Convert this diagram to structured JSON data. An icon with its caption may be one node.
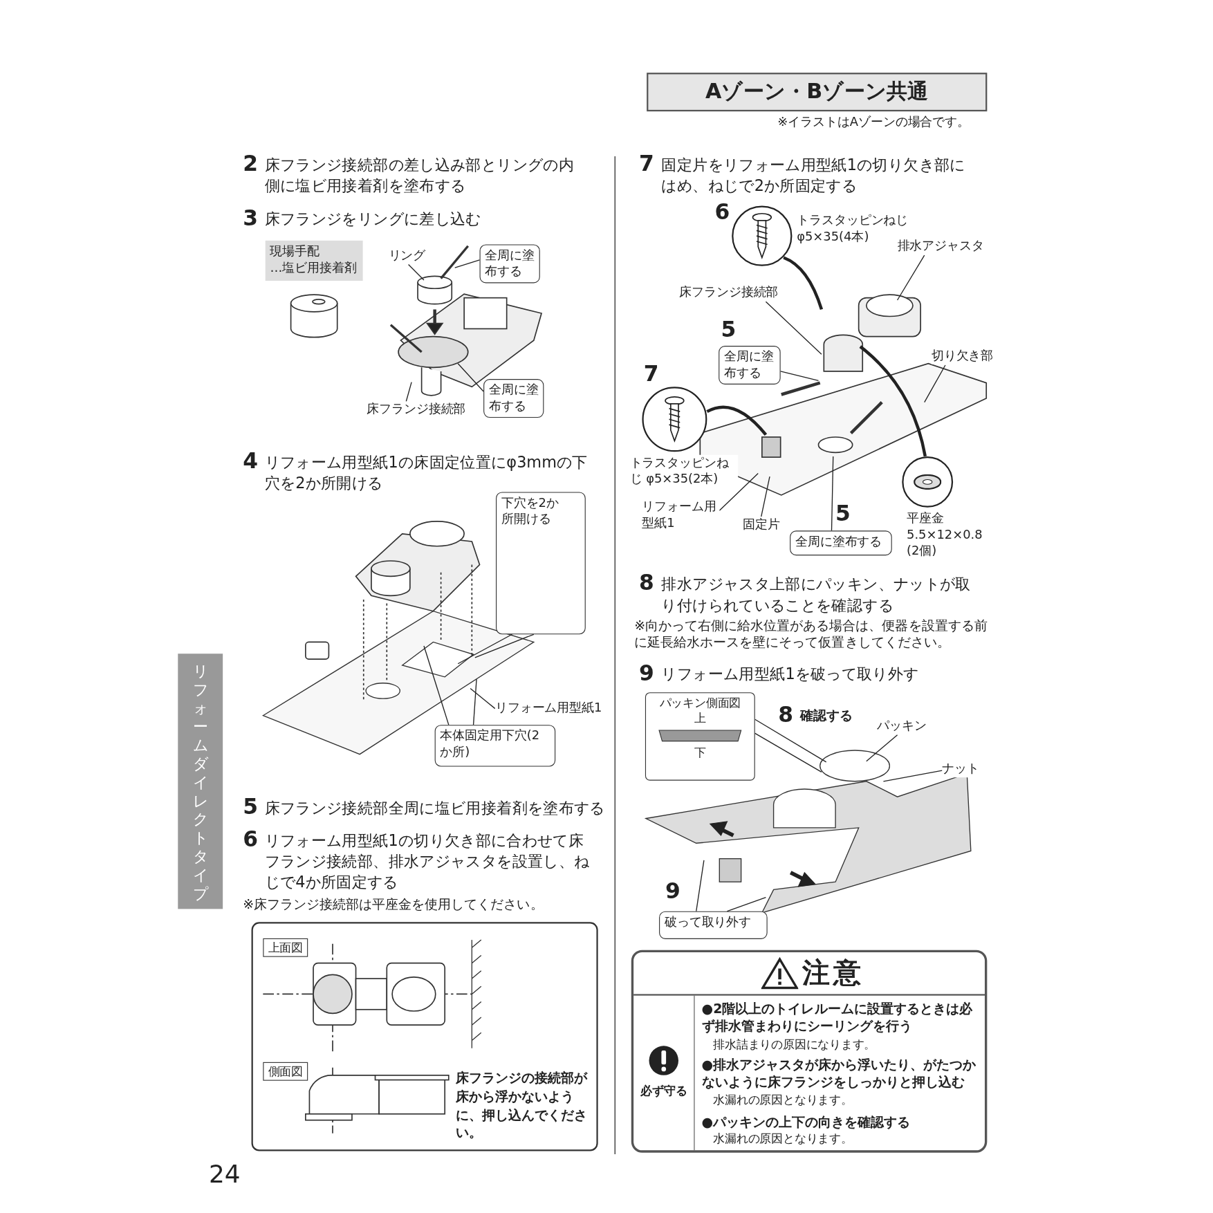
{
  "diagram": {
    "nodes": [
      {
        "text": [
          "現場手配",
          "…塩ビ用接着剤"
        ]
      },
      {
        "text": [
          "全周に塗布する"
        ]
      },
      {
        "text": [
          "全周に塗布する"
        ]
      },
      {
        "text": [
          "下穴を2か所開ける"
        ]
      },
      {
        "text": [
          "本体固定用下穴(2か所)"
        ]
      },
      {
        "text": [
          "床フランジの接続部が床から浮かないように、押し込んでください。"
        ]
      },
      {
        "text": [
          "上面図"
        ],
        "in": 5
      },
      {
        "text": [
          "側面図"
        ],
        "in": 5
      },
      {
        "text": [
          "全周に塗布する"
        ],
        "beside": [
          "5"
        ]
      },
      {
        "text": [
          "全周に塗布する"
        ],
        "beside": [
          "5"
        ]
      },
      {
        "text": [
          "パッキン側面図",
          "上",
          "下"
        ]
      },
      {
        "text": [
          "破って取り外す"
        ],
        "beside": [
          "9"
        ]
      },
      {
        "text": [
          "注意",
          "必ず守る",
          "●2階以上のトイレルームに設置するときは必ず排水管まわりにシーリングを行う",
          "排水詰まりの原因になります。",
          "●排水アジャスタが床から浮いたり、がたつかないように床フランジをしっかりと押し込む",
          "水漏れの原因となります。",
          "●パッキンの上下の向きを確認する",
          "水漏れの原因となります。"
        ]
      },
      {
        "text": [
          "Aゾーン・Bゾーン共通"
        ],
        "beside": [
          "※イラストはAゾーンの場合です。"
        ]
      },
      {
        "text": [
          "リング"
        ]
      },
      {
        "text": [
          "床フランジ接続部"
        ]
      },
      {
        "text": [
          "リフォーム用型紙1"
        ]
      },
      {
        "text": [],
        "shape": "circle",
        "beside": [
          "6",
          "トラスタッピンねじ φ5×35(4本)"
        ]
      },
      {
        "text": [
          "排水アジャスタ"
        ]
      },
      {
        "text": [
          "床フランジ接続部"
        ]
      },
      {
        "text": [
          "切り欠き部"
        ]
      },
      {
        "text": [],
        "shape": "circle",
        "beside": [
          "7",
          "トラスタッピンねじ φ5×35(2本)"
        ]
      },
      {
        "text": [
          "リフォーム用型紙1"
        ]
      },
      {
        "text": [
          "固定片"
        ]
      },
      {
        "text": [],
        "shape": "circle",
        "beside": [
          "平座金 5.5×12×0.8 (2個)"
        ]
      },
      {
        "text": [
          "パッキン"
        ]
      },
      {
        "text": [
          "ナット"
        ]
      }
    ],
    "edges": [
      {
        "from": 1,
        "to": null,
        "arrow": "none"
      },
      {
        "from": 2,
        "to": null,
        "arrow": "none"
      },
      {
        "from": 14,
        "to": null,
        "arrow": "none"
      },
      {
        "from": 15,
        "to": null,
        "arrow": "none"
      },
      {
        "from": 3,
        "to": null,
        "arrow": "none"
      },
      {
        "from": 3,
        "to": null,
        "arrow": "none"
      },
      {
        "from": 4,
        "to": null,
        "arrow": "none"
      },
      {
        "from": 4,
        "to": null,
        "arrow": "none"
      },
      {
        "from": 16,
        "to": null,
        "arrow": "none"
      },
      {
        "from": 17,
        "to": null,
        "arrow": "none",
        "style": "thick"
      },
      {
        "from": 18,
        "to": null,
        "arrow": "none"
      },
      {
        "from": 19,
        "to": null,
        "arrow": "none"
      },
      {
        "from": 8,
        "to": null,
        "arrow": "none"
      },
      {
        "from": 20,
        "to": null,
        "arrow": "none"
      },
      {
        "from": 21,
        "to": null,
        "arrow": "none",
        "style": "thick"
      },
      {
        "from": 22,
        "to": null,
        "arrow": "none"
      },
      {
        "from": 23,
        "to": null,
        "arrow": "none"
      },
      {
        "from": 9,
        "to": null,
        "arrow": "none"
      },
      {
        "from": 24,
        "to": null,
        "arrow": "none",
        "style": "thick"
      },
      {
        "from": 10,
        "to": null,
        "arrow": "none"
      },
      {
        "from": 10,
        "to": null,
        "arrow": "none"
      },
      {
        "from": 25,
        "to": null,
        "arrow": "none"
      },
      {
        "from": 26,
        "to": null,
        "arrow": "none"
      },
      {
        "from": 11,
        "to": null,
        "arrow": "none"
      },
      {
        "from": 11,
        "to": null,
        "arrow": "none"
      }
    ],
    "labels": [
      "2",
      "床フランジ接続部の差し込み部とリングの内側に塩ビ用接着剤を塗布する",
      "3",
      "床フランジをリングに差し込む",
      "4",
      "リフォーム用型紙1の床固定位置にφ3mmの下穴を2か所開ける",
      "5",
      "床フランジ接続部全周に塩ビ用接着剤を塗布する",
      "6",
      "リフォーム用型紙1の切り欠き部に合わせて床フランジ接続部、排水アジャスタを設置し、ねじで4か所固定する",
      "※床フランジ接続部は平座金を使用してください。",
      "7",
      "固定片をリフォーム用型紙1の切り欠き部にはめ、ねじで2か所固定する",
      "8",
      "排水アジャスタ上部にパッキン、ナットが取り付けられていることを確認する",
      "※向かって右側に給水位置がある場合は、便器を設置する前に延長給水ホースを壁にそって仮置きしてください。",
      "9",
      "リフォーム用型紙1を破って取り外す",
      "8",
      "確認する",
      "リフォームダイレクトタイプ",
      "24"
    ]
  }
}
